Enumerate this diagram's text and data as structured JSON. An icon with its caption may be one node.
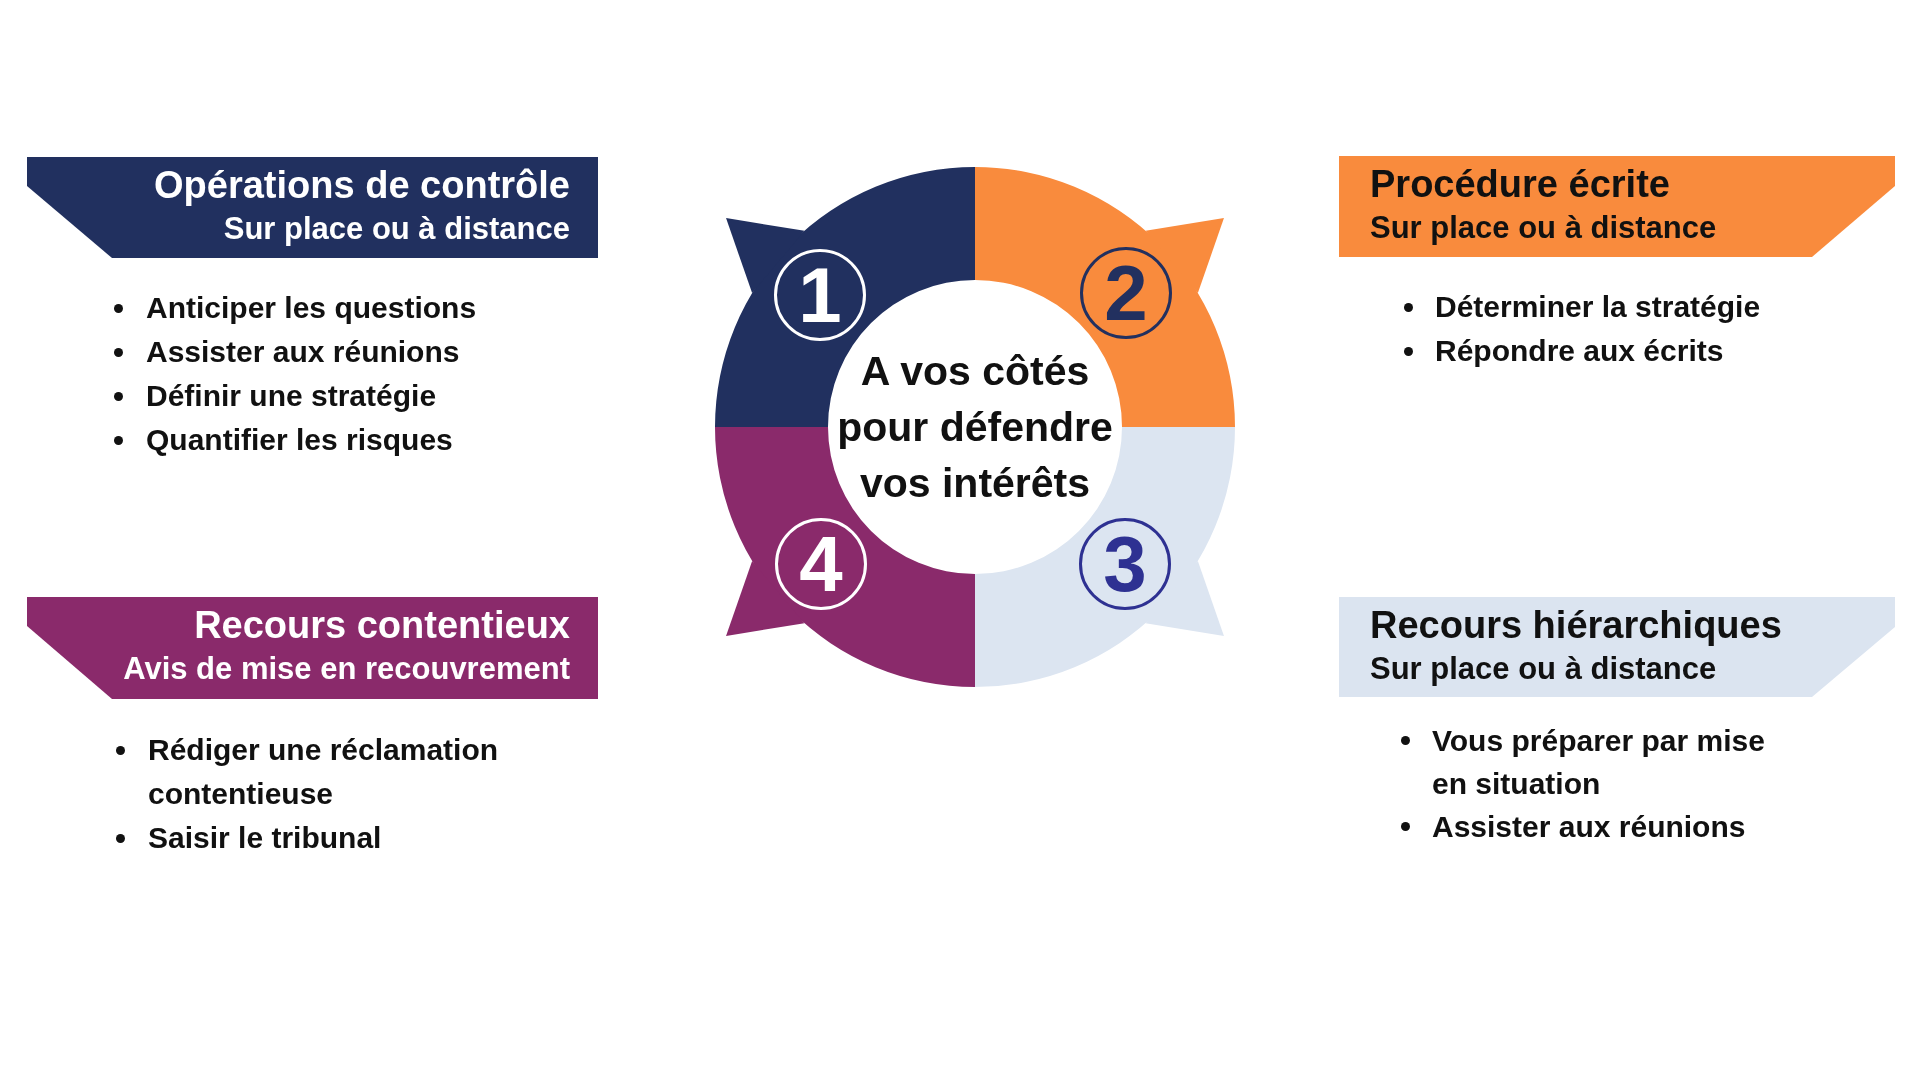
{
  "diagram": {
    "nodes": [
      {
        "text": [
          "Opérations de contrôle",
          "Sur place ou à distance"
        ],
        "beside": [
          "Anticiper les questions",
          "Assister aux réunions",
          "Définir une stratégie",
          "Quantifier les risques"
        ]
      },
      {
        "text": [
          "Procédure écrite",
          "Sur place ou à distance"
        ],
        "beside": [
          "Déterminer la stratégie",
          "Répondre aux écrits"
        ]
      },
      {
        "text": [
          "1"
        ]
      },
      {
        "text": [
          "2"
        ]
      },
      {
        "text": [
          "A vos côtés pour défendre vos intérêts"
        ]
      },
      {
        "text": [
          "4"
        ]
      },
      {
        "text": [
          "3"
        ]
      },
      {
        "text": [
          "Recours contentieux",
          "Avis de mise en recouvrement"
        ],
        "beside": [
          "Rédiger une réclamation contentieuse",
          "Saisir le tribunal"
        ]
      },
      {
        "text": [
          "Recours hiérarchiques",
          "Sur place ou à distance"
        ],
        "beside": [
          "Vous préparer par mise en situation",
          "Assister aux réunions"
        ]
      }
    ]
  }
}
